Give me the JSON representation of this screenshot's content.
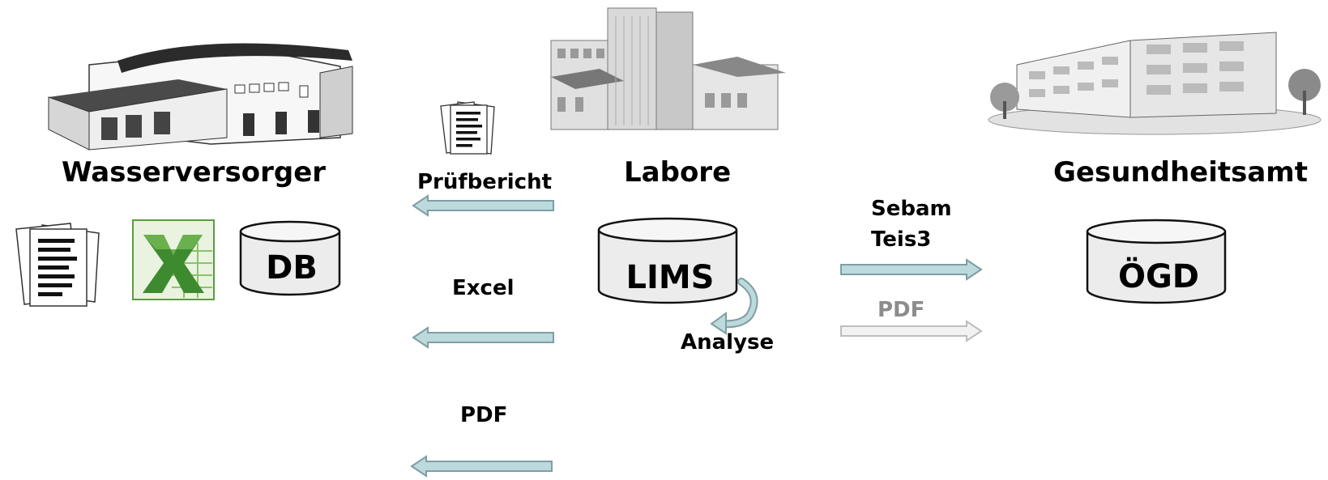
{
  "entities": {
    "wasserversorger": {
      "title": "Wasserversorger",
      "db_label": "DB"
    },
    "labore": {
      "title": "Labore",
      "db_label": "LIMS",
      "loop_label": "Analyse"
    },
    "gesundheitsamt": {
      "title": "Gesundheitsamt",
      "db_label": "ÖGD"
    }
  },
  "flows_to_wasserversorger": [
    {
      "label": "Prüfbericht"
    },
    {
      "label": "Excel"
    },
    {
      "label": "PDF"
    }
  ],
  "flows_to_gesundheitsamt": [
    {
      "label_line1": "Sebam",
      "label_line2": "Teis3",
      "style": "active"
    },
    {
      "label": "PDF",
      "style": "faded"
    }
  ],
  "colors": {
    "arrow_fill": "#bcd9dc",
    "arrow_stroke": "#7f9ea4",
    "arrow_faded_fill": "#f2f2f2",
    "arrow_faded_stroke": "#bdbdbd",
    "faded_text": "#8c8c8c",
    "cylinder_fill": "#ececec"
  }
}
